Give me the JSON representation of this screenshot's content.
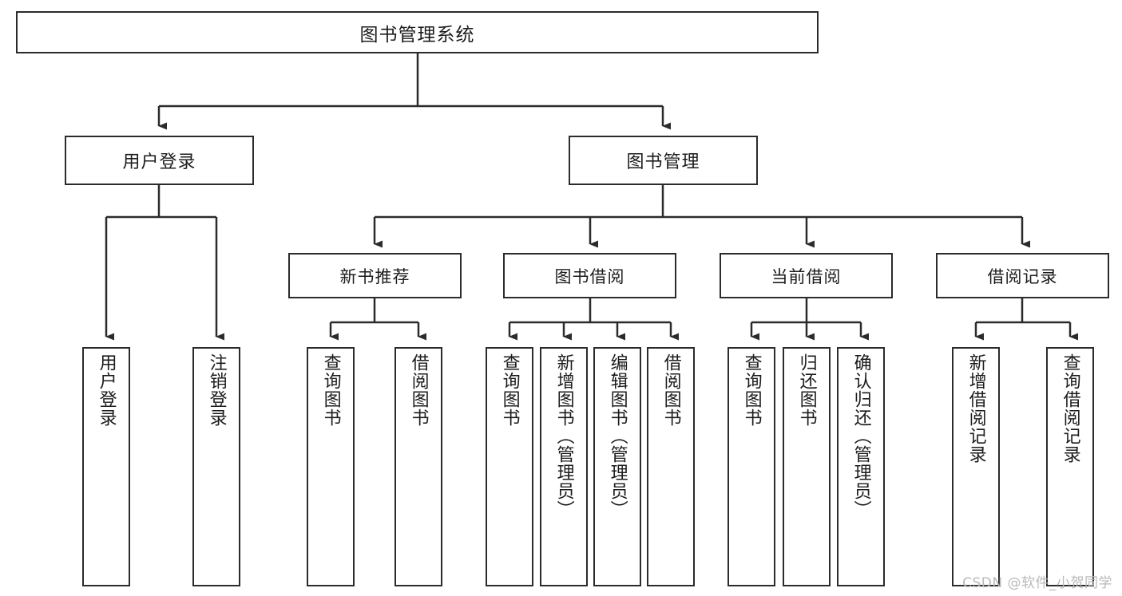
{
  "diagram": {
    "title": "图书管理系统",
    "type": "tree",
    "stroke_color": "#2b2b2b",
    "fill_color": "#ffffff",
    "text_color": "#1c1c1c"
  },
  "nodes": {
    "root": {
      "label": "图书管理系统"
    },
    "level1": [
      {
        "id": "user-login",
        "label": "用户登录"
      },
      {
        "id": "book-manage",
        "label": "图书管理"
      }
    ],
    "level2": [
      {
        "id": "new-book-rec",
        "label": "新书推荐"
      },
      {
        "id": "book-borrow",
        "label": "图书借阅"
      },
      {
        "id": "current-borrow",
        "label": "当前借阅"
      },
      {
        "id": "borrow-record",
        "label": "借阅记录"
      }
    ],
    "leaves": {
      "user-login": [
        {
          "id": "leaf-user-login",
          "label": "用户登录"
        },
        {
          "id": "leaf-logout",
          "label": "注销登录"
        }
      ],
      "new-book-rec": [
        {
          "id": "leaf-query-book-1",
          "label": "查询图书"
        },
        {
          "id": "leaf-borrow-book-1",
          "label": "借阅图书"
        }
      ],
      "book-borrow": [
        {
          "id": "leaf-query-book-2",
          "label": "查询图书"
        },
        {
          "id": "leaf-add-book",
          "label": "新增图书（管理员）"
        },
        {
          "id": "leaf-edit-book",
          "label": "编辑图书（管理员）"
        },
        {
          "id": "leaf-borrow-book-2",
          "label": "借阅图书"
        }
      ],
      "current-borrow": [
        {
          "id": "leaf-query-book-3",
          "label": "查询图书"
        },
        {
          "id": "leaf-return-book",
          "label": "归还图书"
        },
        {
          "id": "leaf-confirm-return",
          "label": "确认归还（管理员）"
        }
      ],
      "borrow-record": [
        {
          "id": "leaf-add-record",
          "label": "新增借阅记录"
        },
        {
          "id": "leaf-query-record",
          "label": "查询借阅记录"
        }
      ]
    }
  },
  "watermark": {
    "text": "CSDN @软件_小贺同学"
  }
}
